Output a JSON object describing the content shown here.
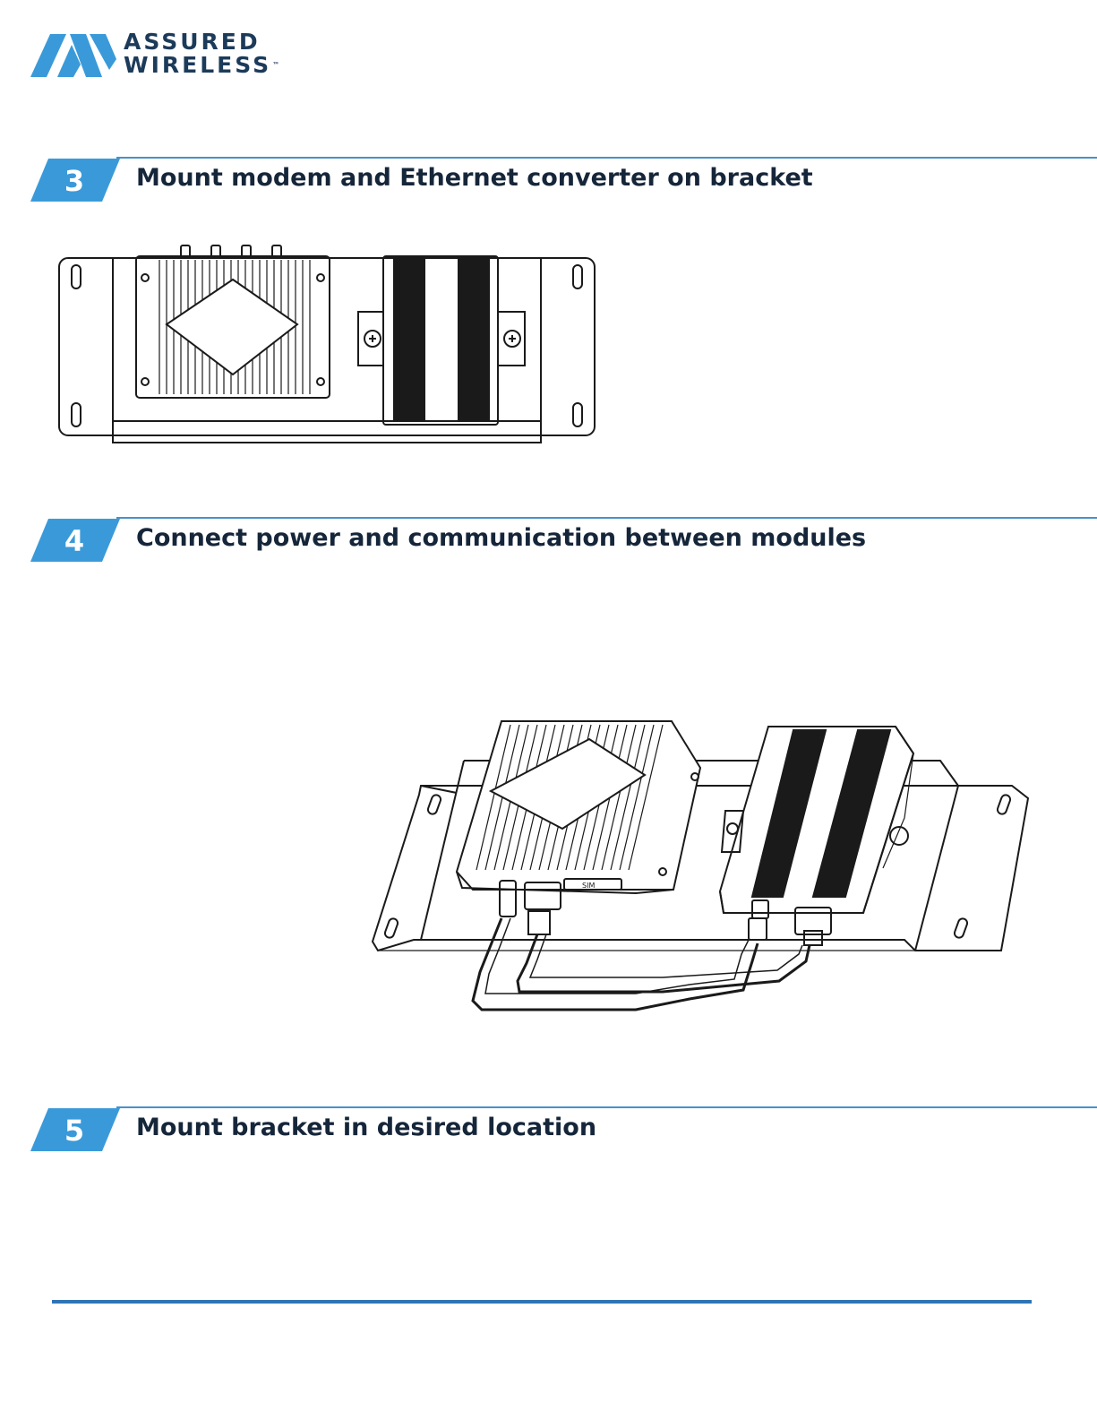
{
  "brand": {
    "line1": "ASSURED",
    "line2": "WIRELESS",
    "trademark": "™",
    "color": "#1c3b5a",
    "accent": "#3a9ad9"
  },
  "steps": [
    {
      "number": "3",
      "title": "Mount modem and Ethernet converter on bracket"
    },
    {
      "number": "4",
      "title": "Connect power and communication between modules"
    },
    {
      "number": "5",
      "title": "Mount bracket in desired location"
    }
  ],
  "colors": {
    "badge": "#3a9ad9",
    "rule": "#4a90c8",
    "footer_rule": "#2f74b5"
  },
  "illustrations": {
    "modem_label": "SIM"
  }
}
